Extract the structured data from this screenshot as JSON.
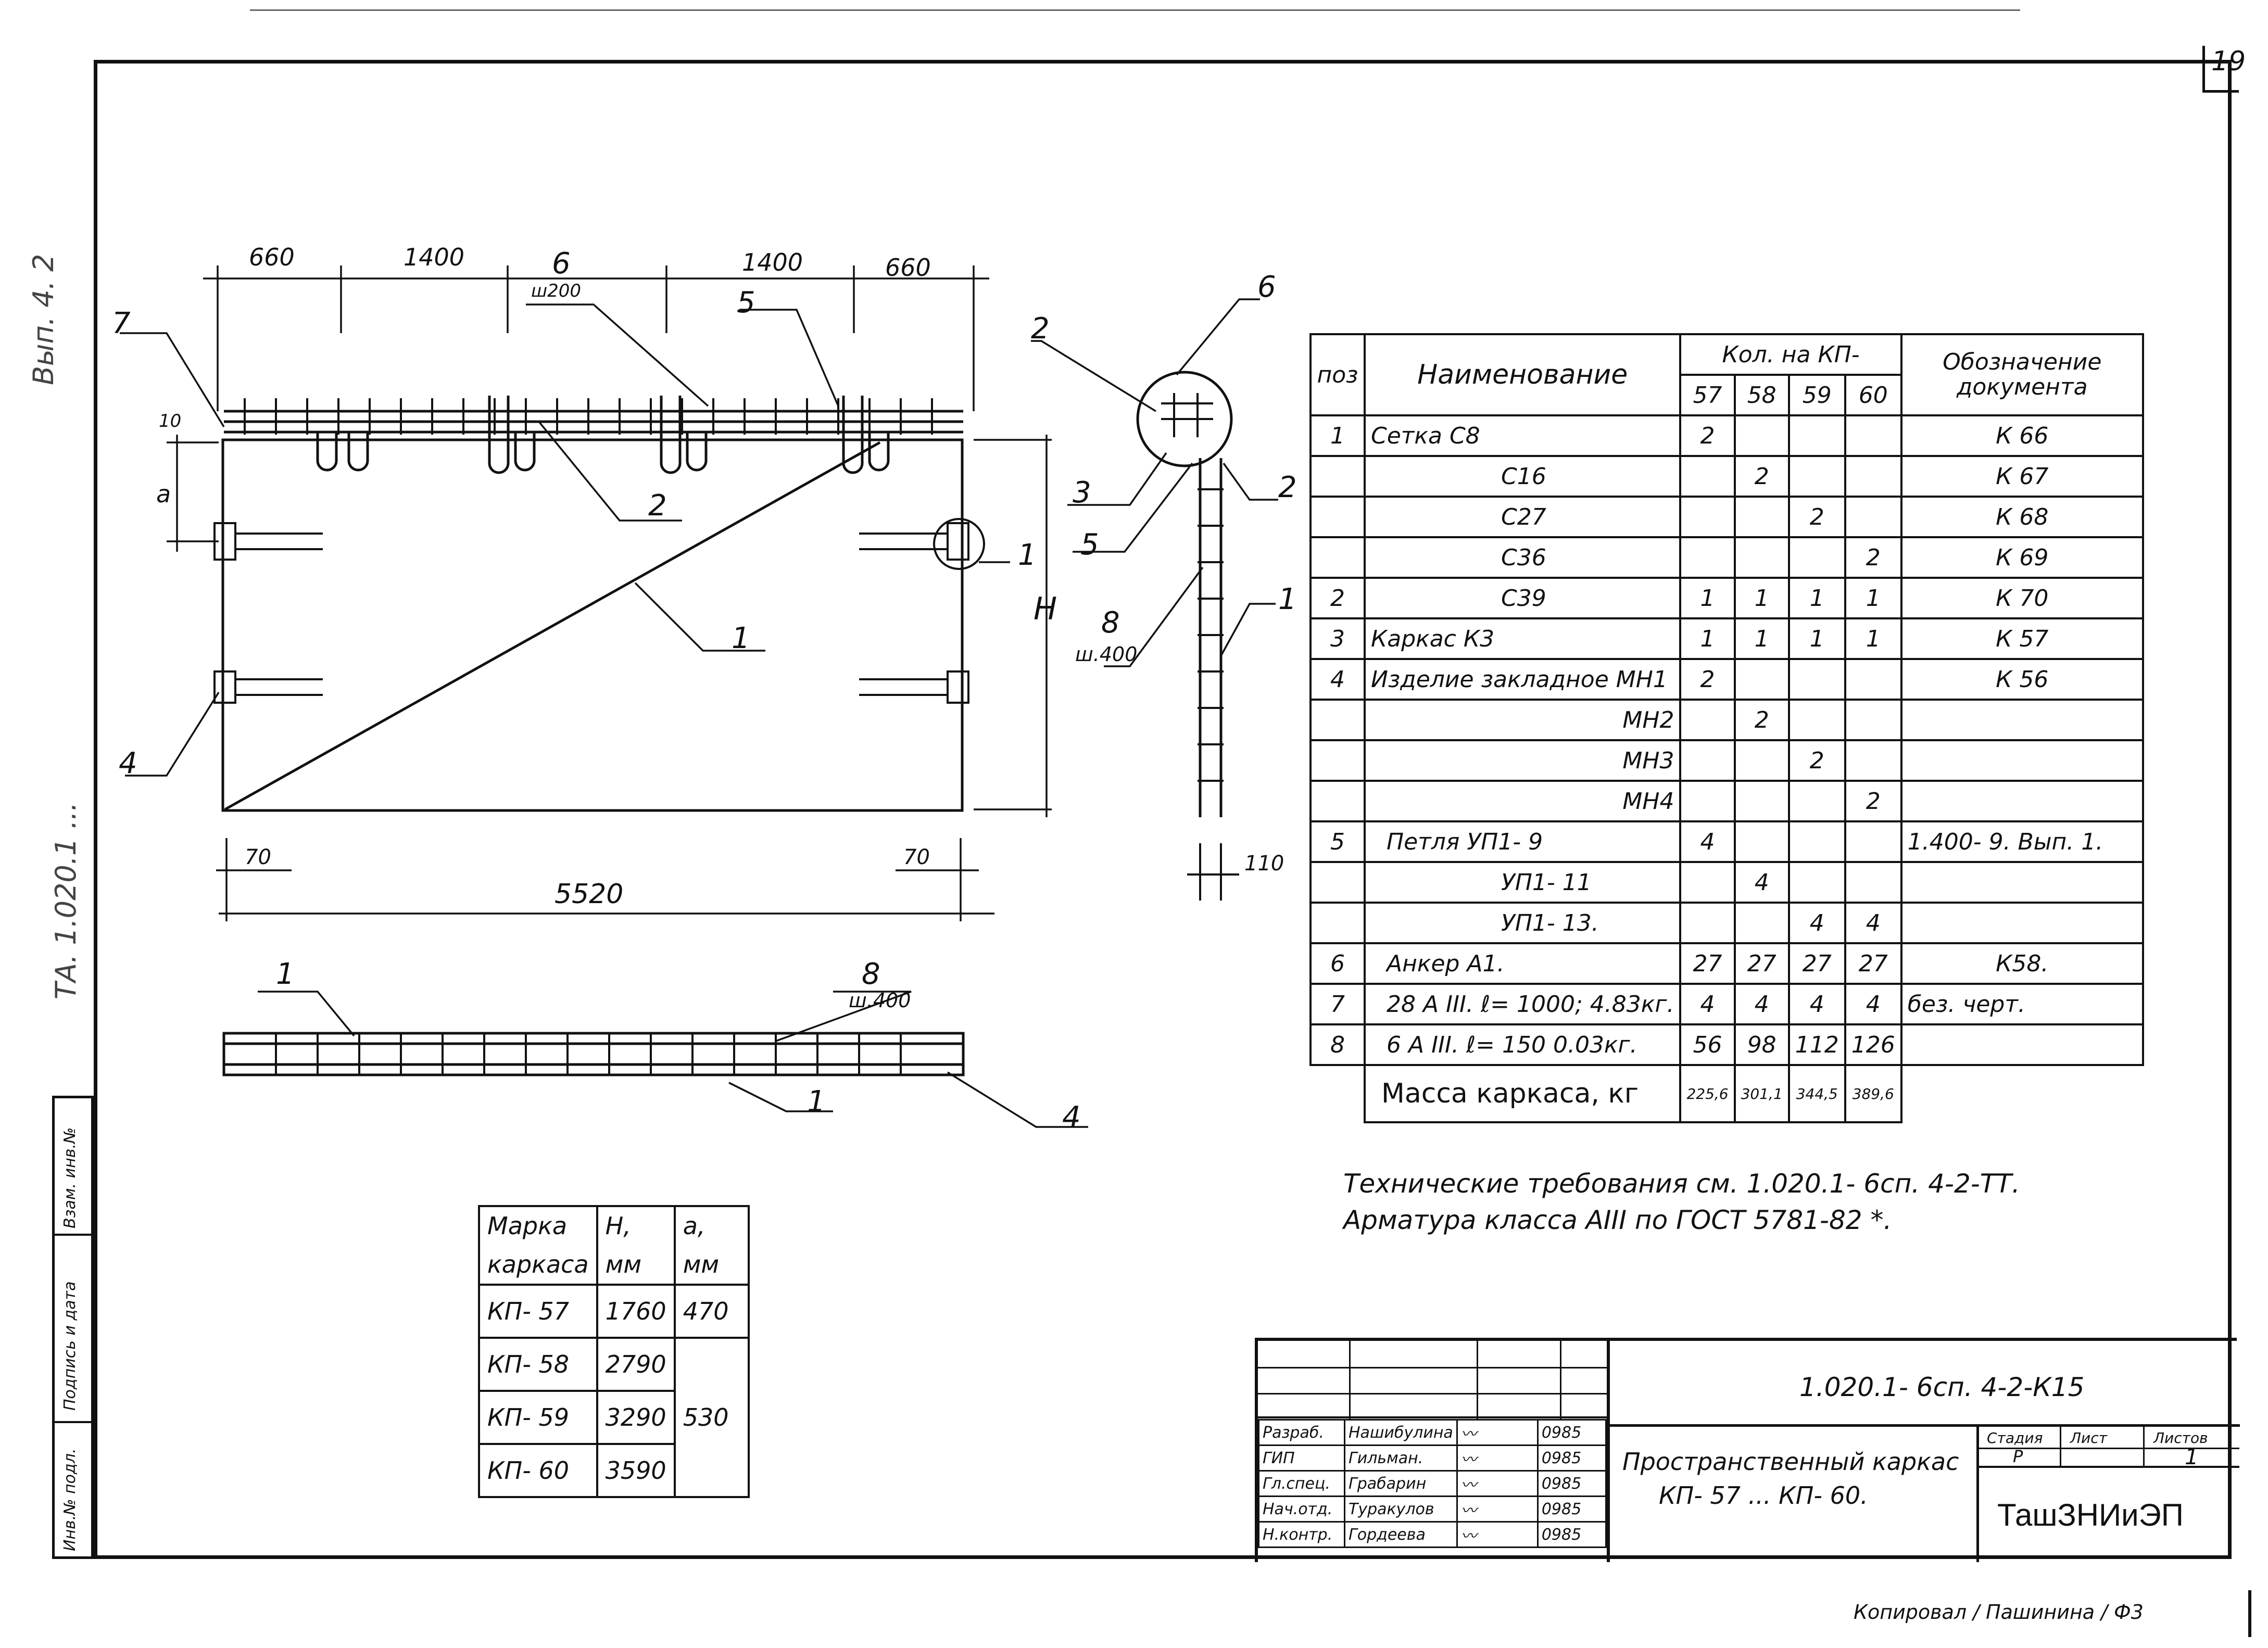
{
  "sheet_number": "19",
  "side_labels": {
    "vyp": "Вып. 4. 2",
    "series": "ТА. 1.020.1 ...",
    "strip_cells": [
      "Инв.№ подл.",
      "Подпись и дата",
      "Взам. инв.№"
    ]
  },
  "drawing": {
    "dims_top": [
      "660",
      "1400",
      "1400",
      "660"
    ],
    "dim_total": "5520",
    "dim_70_left": "70",
    "dim_70_right": "70",
    "dim_10": "10",
    "dim_a": "a",
    "dim_H": "H",
    "dim_110": "110",
    "callout_6_step": "ш200",
    "callout_8_step": "ш.400",
    "callouts": [
      "1",
      "2",
      "3",
      "4",
      "5",
      "6",
      "7",
      "8"
    ]
  },
  "spec_table": {
    "header": {
      "pos": "поз",
      "name": "Наименование",
      "qty": "Кол. на КП-",
      "designation": "Обозначение документа",
      "cols": [
        "57",
        "58",
        "59",
        "60"
      ]
    },
    "rows": [
      {
        "pos": "1",
        "name": "Сетка С8",
        "q": [
          "2",
          "",
          "",
          ""
        ],
        "doc": "К 66"
      },
      {
        "pos": "",
        "name": "С16",
        "q": [
          "",
          "2",
          "",
          ""
        ],
        "doc": "К 67"
      },
      {
        "pos": "",
        "name": "С27",
        "q": [
          "",
          "",
          "2",
          ""
        ],
        "doc": "К 68"
      },
      {
        "pos": "",
        "name": "С36",
        "q": [
          "",
          "",
          "",
          "2"
        ],
        "doc": "К 69"
      },
      {
        "pos": "2",
        "name": "С39",
        "q": [
          "1",
          "1",
          "1",
          "1"
        ],
        "doc": "К 70"
      },
      {
        "pos": "3",
        "name": "Каркас  К3",
        "q": [
          "1",
          "1",
          "1",
          "1"
        ],
        "doc": "К 57"
      },
      {
        "pos": "4",
        "name": "Изделие закладное МН1",
        "q": [
          "2",
          "",
          "",
          ""
        ],
        "doc": "К 56"
      },
      {
        "pos": "",
        "name": "МН2",
        "q": [
          "",
          "2",
          "",
          ""
        ],
        "doc": ""
      },
      {
        "pos": "",
        "name": "МН3",
        "q": [
          "",
          "",
          "2",
          ""
        ],
        "doc": ""
      },
      {
        "pos": "",
        "name": "МН4",
        "q": [
          "",
          "",
          "",
          "2"
        ],
        "doc": ""
      },
      {
        "pos": "5",
        "name": "Петля  УП1- 9",
        "q": [
          "4",
          "",
          "",
          ""
        ],
        "doc": "1.400- 9. Вып. 1."
      },
      {
        "pos": "",
        "name": "УП1- 11",
        "q": [
          "",
          "4",
          "",
          ""
        ],
        "doc": ""
      },
      {
        "pos": "",
        "name": "УП1- 13.",
        "q": [
          "",
          "",
          "4",
          "4"
        ],
        "doc": ""
      },
      {
        "pos": "6",
        "name": "Анкер  А1.",
        "q": [
          "27",
          "27",
          "27",
          "27"
        ],
        "doc": "К58."
      },
      {
        "pos": "7",
        "name": "28 А III.  ℓ= 1000; 4.83кг.",
        "q": [
          "4",
          "4",
          "4",
          "4"
        ],
        "doc": "без. черт."
      },
      {
        "pos": "8",
        "name": "6 А III.  ℓ= 150  0.03кг.",
        "q": [
          "56",
          "98",
          "112",
          "126"
        ],
        "doc": ""
      }
    ],
    "mass_label": "Масса каркаса, кг",
    "mass": [
      "225,6",
      "301,1",
      "344,5",
      "389,6"
    ]
  },
  "notes": [
    "Технические  требования   см.   1.020.1- 6сп. 4-2-ТТ.",
    "Арматура  класса   АIII  по ГОСТ 5781-82 *."
  ],
  "mark_table": {
    "headers": [
      [
        "Марка",
        "каркаса"
      ],
      [
        "H,",
        "мм"
      ],
      [
        "a,",
        "мм"
      ]
    ],
    "rows": [
      {
        "mark": "КП- 57",
        "H": "1760",
        "a": "470"
      },
      {
        "mark": "КП- 58",
        "H": "2790",
        "a": ""
      },
      {
        "mark": "КП- 59",
        "H": "3290",
        "a": "530"
      },
      {
        "mark": "КП- 60",
        "H": "3590",
        "a": ""
      }
    ]
  },
  "title_block": {
    "code": "1.020.1- 6сп. 4-2-К15",
    "title_line1": "Пространственный  каркас",
    "title_line2": "КП- 57 ... КП- 60.",
    "stage_headers": [
      "Стадия",
      "Лист",
      "Листов"
    ],
    "stage_values": [
      "Р",
      "",
      "1"
    ],
    "org": "ТашЗНИиЭП",
    "staff": [
      {
        "role": "Разраб.",
        "name": "Нашибулина",
        "date": "0985"
      },
      {
        "role": "ГИП",
        "name": "Гильман.",
        "date": "0985"
      },
      {
        "role": "Гл.спец.",
        "name": "Грабарин",
        "date": "0985"
      },
      {
        "role": "Нач.отд.",
        "name": "Туракулов",
        "date": "0985"
      },
      {
        "role": "Н.контр.",
        "name": "Гордеева",
        "date": "0985"
      }
    ]
  },
  "copied_by": "Копировал  / Пашинина /  Ф3"
}
